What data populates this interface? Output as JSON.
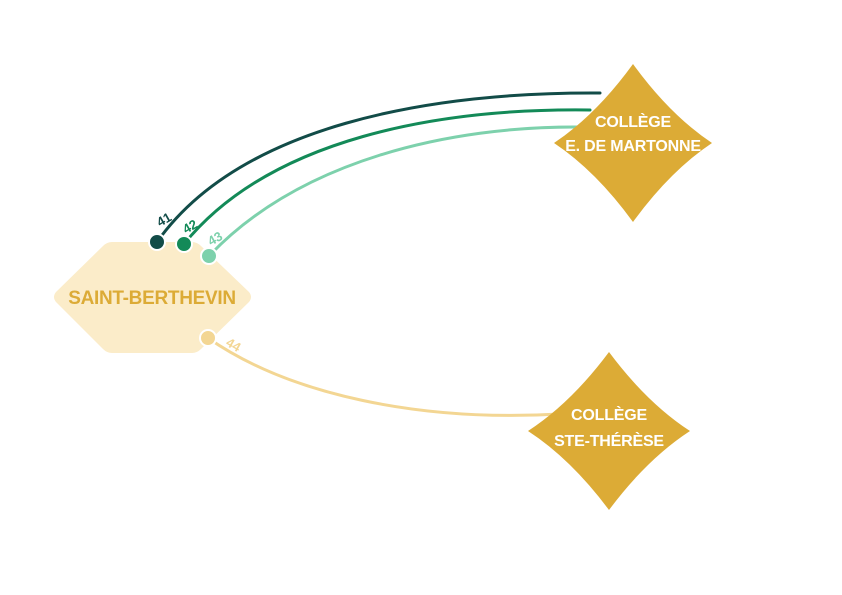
{
  "origin": {
    "label": "SAINT-BERTHEVIN",
    "fill": "#fbecc9",
    "text_color": "#dcab36"
  },
  "destinations": [
    {
      "id": "martonne",
      "lines": [
        "COLLÈGE",
        "E. DE MARTONNE"
      ],
      "fill": "#dcab36",
      "text_color": "#ffffff"
    },
    {
      "id": "therese",
      "lines": [
        "COLLÈGE",
        "STE-THÉRÈSE"
      ],
      "fill": "#dcab36",
      "text_color": "#ffffff"
    }
  ],
  "routes": [
    {
      "number": "41",
      "color": "#124c48",
      "destination": "martonne"
    },
    {
      "number": "42",
      "color": "#138a58",
      "destination": "martonne"
    },
    {
      "number": "43",
      "color": "#7dd1ac",
      "destination": "martonne"
    },
    {
      "number": "44",
      "color": "#f3d693",
      "destination": "therese"
    }
  ]
}
